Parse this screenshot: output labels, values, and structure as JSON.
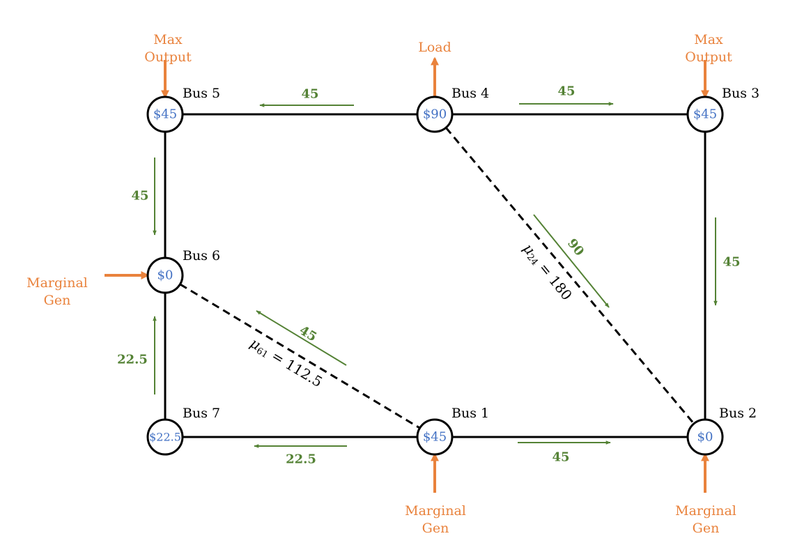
{
  "colors": {
    "line": "#000000",
    "flow": "#548235",
    "io": "#e9823c",
    "price": "#4472c4"
  },
  "buses": [
    {
      "id": "bus5",
      "label": "Bus 5",
      "price": "$45"
    },
    {
      "id": "bus4",
      "label": "Bus 4",
      "price": "$90"
    },
    {
      "id": "bus3",
      "label": "Bus 3",
      "price": "$45"
    },
    {
      "id": "bus6",
      "label": "Bus 6",
      "price": "$0"
    },
    {
      "id": "bus7",
      "label": "Bus 7",
      "price": "$22.5"
    },
    {
      "id": "bus1",
      "label": "Bus 1",
      "price": "$45"
    },
    {
      "id": "bus2",
      "label": "Bus 2",
      "price": "$0"
    }
  ],
  "lines": [
    {
      "from": "bus5",
      "to": "bus4",
      "style": "solid"
    },
    {
      "from": "bus4",
      "to": "bus3",
      "style": "solid"
    },
    {
      "from": "bus5",
      "to": "bus6",
      "style": "solid"
    },
    {
      "from": "bus6",
      "to": "bus7",
      "style": "solid"
    },
    {
      "from": "bus7",
      "to": "bus1",
      "style": "solid"
    },
    {
      "from": "bus1",
      "to": "bus2",
      "style": "solid"
    },
    {
      "from": "bus3",
      "to": "bus2",
      "style": "solid"
    },
    {
      "from": "bus4",
      "to": "bus2",
      "style": "dashed"
    },
    {
      "from": "bus6",
      "to": "bus1",
      "style": "dashed"
    }
  ],
  "flows": [
    {
      "id": "flow-4-5",
      "value": "45"
    },
    {
      "id": "flow-4-3",
      "value": "45"
    },
    {
      "id": "flow-5-6",
      "value": "45"
    },
    {
      "id": "flow-3-2",
      "value": "45"
    },
    {
      "id": "flow-4-2",
      "value": "90"
    },
    {
      "id": "flow-1-6",
      "value": "45"
    },
    {
      "id": "flow-7-6",
      "value": "22.5"
    },
    {
      "id": "flow-1-7",
      "value": "22.5"
    },
    {
      "id": "flow-1-2",
      "value": "45"
    }
  ],
  "io": [
    {
      "id": "io-bus5",
      "lines": [
        "Max",
        "Output"
      ]
    },
    {
      "id": "io-bus4",
      "lines": [
        "Load"
      ]
    },
    {
      "id": "io-bus3",
      "lines": [
        "Max",
        "Output"
      ]
    },
    {
      "id": "io-bus6",
      "lines": [
        "Marginal",
        "Gen"
      ]
    },
    {
      "id": "io-bus1",
      "lines": [
        "Marginal",
        "Gen"
      ]
    },
    {
      "id": "io-bus2",
      "lines": [
        "Marginal",
        "Gen"
      ]
    }
  ],
  "multipliers": [
    {
      "id": "mu-24",
      "symbol": "μ",
      "subscript": "24",
      "value": "= 180"
    },
    {
      "id": "mu-61",
      "symbol": "μ",
      "subscript": "61",
      "value": "= 112.5"
    }
  ]
}
